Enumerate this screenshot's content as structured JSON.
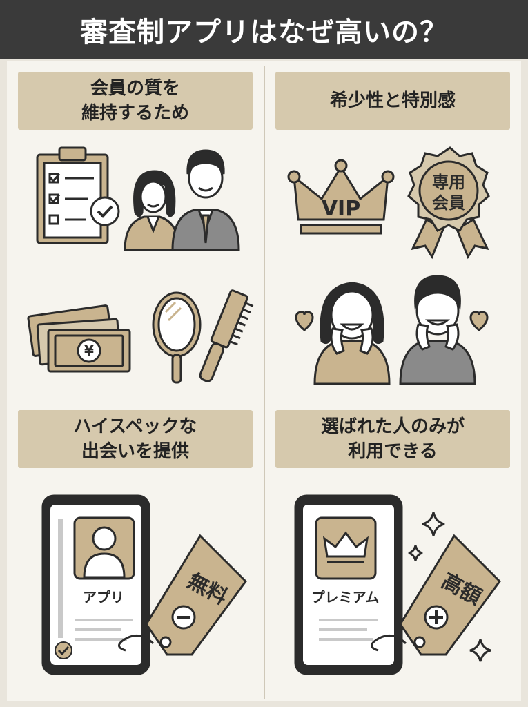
{
  "header": {
    "title": "審査制アプリはなぜ高いの？"
  },
  "sections": {
    "quality": {
      "line1": "会員の質を",
      "line2": "維持するため"
    },
    "rarity": {
      "line1": "希少性と特別感"
    },
    "highspec": {
      "line1": "ハイスペックな",
      "line2": "出会いを提供"
    },
    "selected": {
      "line1": "選ばれた人のみが",
      "line2": "利用できる"
    }
  },
  "illustrations": {
    "crown_label": "VIP",
    "badge_line1": "専用",
    "badge_line2": "会員",
    "yen_symbol": "¥",
    "free_app_label": "アプリ",
    "free_tag": "無料",
    "premium_app_label": "プレミアム",
    "premium_tag": "高額"
  },
  "colors": {
    "header_bg": "#3a3a3a",
    "label_bg": "#d6c9ad",
    "accent_tan": "#c9b48f",
    "outline": "#2b2b2b"
  }
}
